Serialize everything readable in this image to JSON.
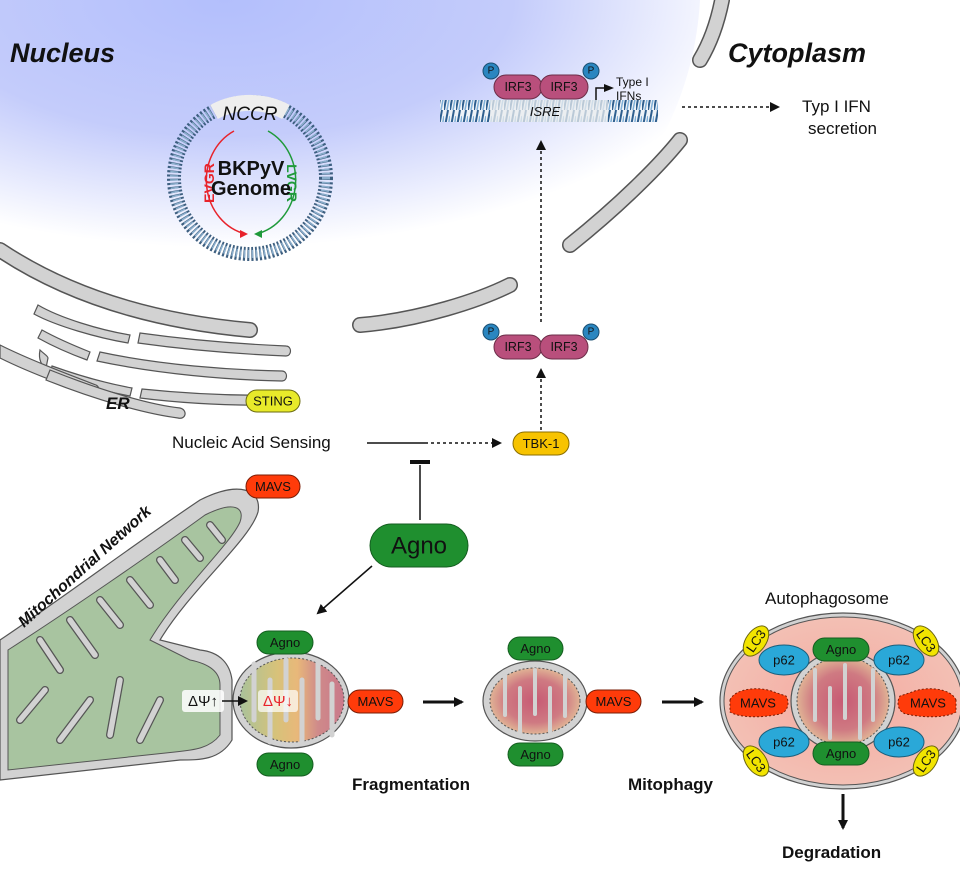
{
  "regions": {
    "nucleus": "Nucleus",
    "cytoplasm": "Cytoplasm",
    "er": "ER",
    "mitochondrial_network": "Mitochondrial Network",
    "autophagosome": "Autophagosome"
  },
  "genome": {
    "ncc_region": "NCCR",
    "title_line1": "BKPyV",
    "title_line2": "Genome",
    "early_region": "EVGR",
    "late_region": "LVGR",
    "early_color": "#e8232b",
    "late_color": "#1f9a3a"
  },
  "transcription": {
    "irf3_left": "IRF3",
    "irf3_right": "IRF3",
    "phospho": "P",
    "promoter": "ISRE",
    "product_line1": "Type I",
    "product_line2": "IFNs",
    "secretion_line1": "Typ I IFN",
    "secretion_line2": "secretion"
  },
  "signaling": {
    "irf3_dimer_left": "IRF3",
    "irf3_dimer_right": "IRF3",
    "phospho": "P",
    "sting": "STING",
    "tbk1": "TBK-1",
    "sensing": "Nucleic Acid Sensing",
    "agno": "Agno"
  },
  "mitochondria": {
    "mavs_network": "MAVS",
    "delta_psi_high": "ΔΨ↑",
    "delta_psi_low": "ΔΨ↓",
    "agno_top": "Agno",
    "agno_bottom": "Agno",
    "mavs_swollen": "MAVS",
    "fragment_agno_top": "Agno",
    "fragment_agno_bottom": "Agno",
    "fragment_mavs": "MAVS"
  },
  "autophagosome": {
    "agno_top": "Agno",
    "agno_bottom": "Agno",
    "p62": [
      "p62",
      "p62",
      "p62",
      "p62"
    ],
    "lc3": [
      "LC3",
      "LC3",
      "LC3",
      "LC3"
    ],
    "mavs_left": "MAVS",
    "mavs_right": "MAVS"
  },
  "steps": {
    "fragmentation": "Fragmentation",
    "mitophagy": "Mitophagy",
    "degradation": "Degradation"
  },
  "colors": {
    "nucleus_bg": "#b6c2fb",
    "membrane": "#cfcfcf",
    "agno": "#1f8f2f",
    "mavs": "#ff3b0a",
    "irf3": "#b94f7c",
    "phospho": "#2a86c0",
    "sting": "#e8ea2a",
    "tbk1": "#f7c300",
    "p62": "#2aa8d8",
    "lc3": "#f2e400",
    "mito_green": "#a8c4a0",
    "autophagosome_fill": "#f1b7ad"
  }
}
